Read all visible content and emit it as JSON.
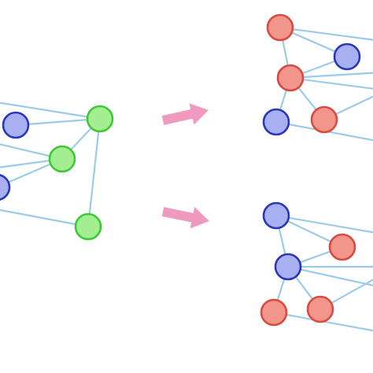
{
  "colors": {
    "edge": "#9ccbe8",
    "arrow": "#f09ac0",
    "blue_fill": "#a9b0f2",
    "blue_stroke": "#2b36b8",
    "green_fill": "#a4ee92",
    "green_stroke": "#3fc836",
    "red_fill": "#f2958a",
    "red_stroke": "#d94a40"
  },
  "graphs": [
    {
      "id": "input-graph",
      "node_colors": [
        "blue",
        "green",
        "green",
        "blue",
        "green"
      ]
    },
    {
      "id": "output-graph-top",
      "node_colors": [
        "red",
        "blue",
        "red",
        "blue",
        "red"
      ]
    },
    {
      "id": "output-graph-bottom",
      "node_colors": [
        "blue",
        "red",
        "blue",
        "red",
        "red"
      ]
    }
  ],
  "arrows": [
    {
      "id": "arrow-top",
      "direction": "right"
    },
    {
      "id": "arrow-bottom",
      "direction": "right"
    }
  ]
}
